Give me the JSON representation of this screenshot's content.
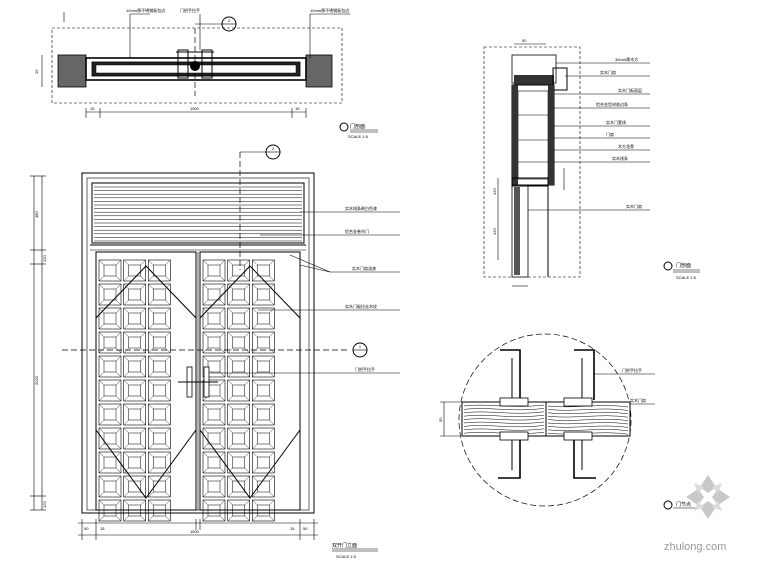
{
  "drawing": {
    "plan_title": "门剖面",
    "elevation_title": "双开门立面",
    "section_title": "门剖面",
    "detail_title": "门节点",
    "scale_note": "SCALE 1:5",
    "callout_marks": [
      "1",
      "2",
      "3"
    ]
  },
  "labels": {
    "plan_top": [
      "10mm厚不锈钢板包边",
      "门把手拉手"
    ],
    "elevation": [
      "实木线条刷白色漆",
      "铝合金卷帘门",
      "实木门扇油漆",
      "实木门板拉丝木纹",
      "门把手拉手"
    ],
    "section": [
      "30mm厚木方",
      "实木门扇",
      "实木门板面层",
      "铝合金型材收边条",
      "实木门套线",
      "门扇",
      "木方龙骨",
      "实木线条"
    ],
    "detail": [
      "门把手拉手",
      "实木门扇"
    ]
  },
  "dimensions": {
    "plan": [
      "15",
      "1500",
      "15"
    ],
    "elevation_horizontal": [
      "50",
      "15",
      "1500",
      "15",
      "50"
    ],
    "elevation_vertical": [
      "480",
      "120",
      "2020",
      "120"
    ],
    "section": [
      "120",
      "120",
      "50"
    ]
  },
  "watermark": {
    "site": "zhulong.com"
  }
}
